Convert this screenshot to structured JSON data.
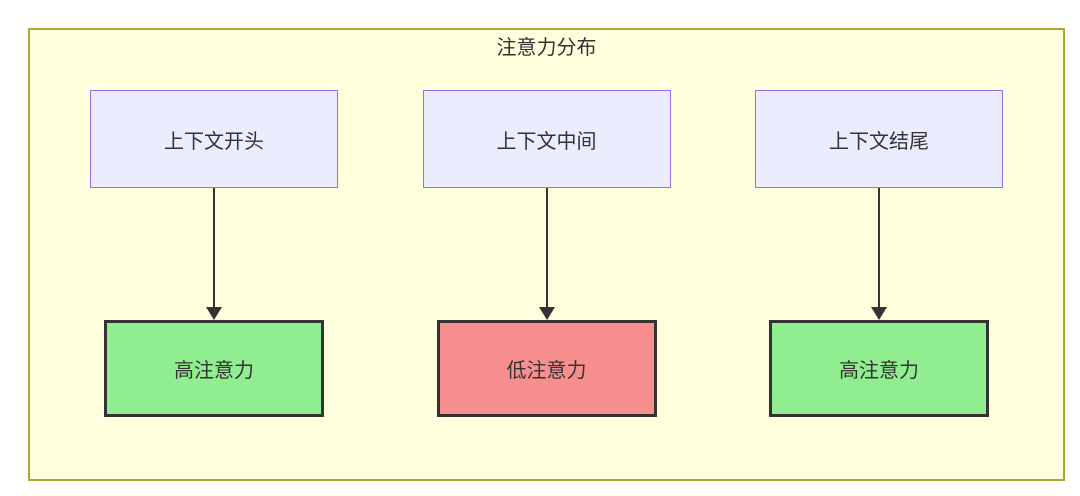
{
  "diagram": {
    "title": "注意力分布",
    "columns": [
      {
        "source": "上下文开头",
        "target": "高注意力",
        "target_level": "high"
      },
      {
        "source": "上下文中间",
        "target": "低注意力",
        "target_level": "low"
      },
      {
        "source": "上下文结尾",
        "target": "高注意力",
        "target_level": "high"
      }
    ],
    "colors": {
      "container_bg": "#ffffde",
      "container_border": "#aaaa33",
      "source_fill": "#ececff",
      "source_border": "#9370db",
      "high_fill": "#90ee90",
      "low_fill": "#f88f8f",
      "result_border": "#333333",
      "arrow": "#333333",
      "text": "#333333"
    }
  }
}
